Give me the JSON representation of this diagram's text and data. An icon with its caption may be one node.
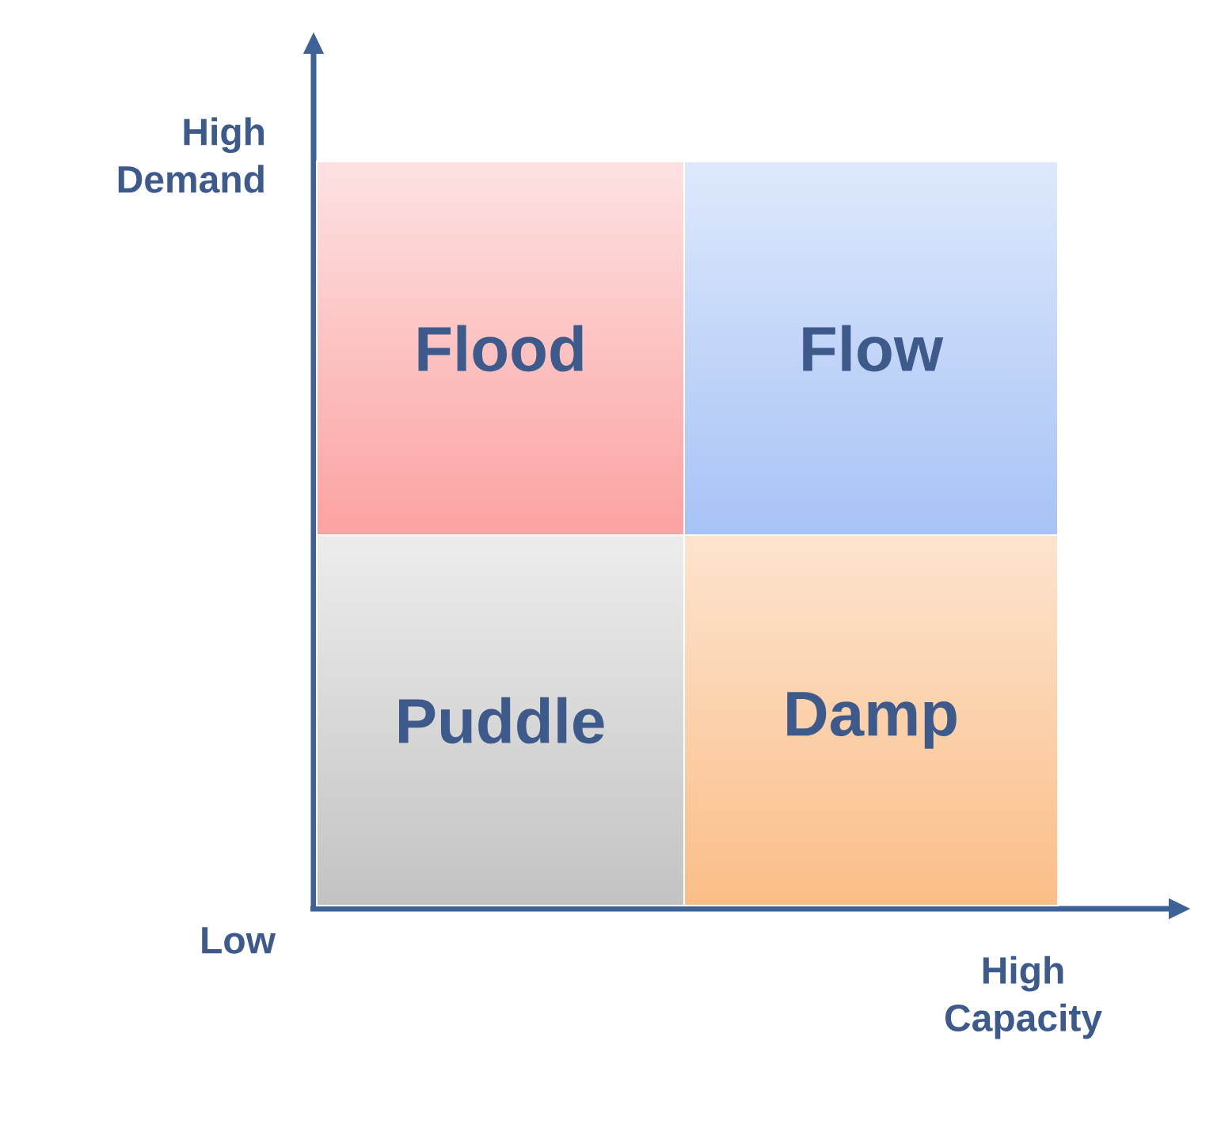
{
  "diagram": {
    "nodes": [
      {
        "text": [
          "Flood"
        ]
      },
      {
        "text": [
          "Flow"
        ]
      },
      {
        "text": [
          "Puddle"
        ]
      },
      {
        "text": [
          "Damp"
        ]
      }
    ],
    "labels": [
      "High Demand",
      "Low",
      "High Capacity"
    ]
  }
}
